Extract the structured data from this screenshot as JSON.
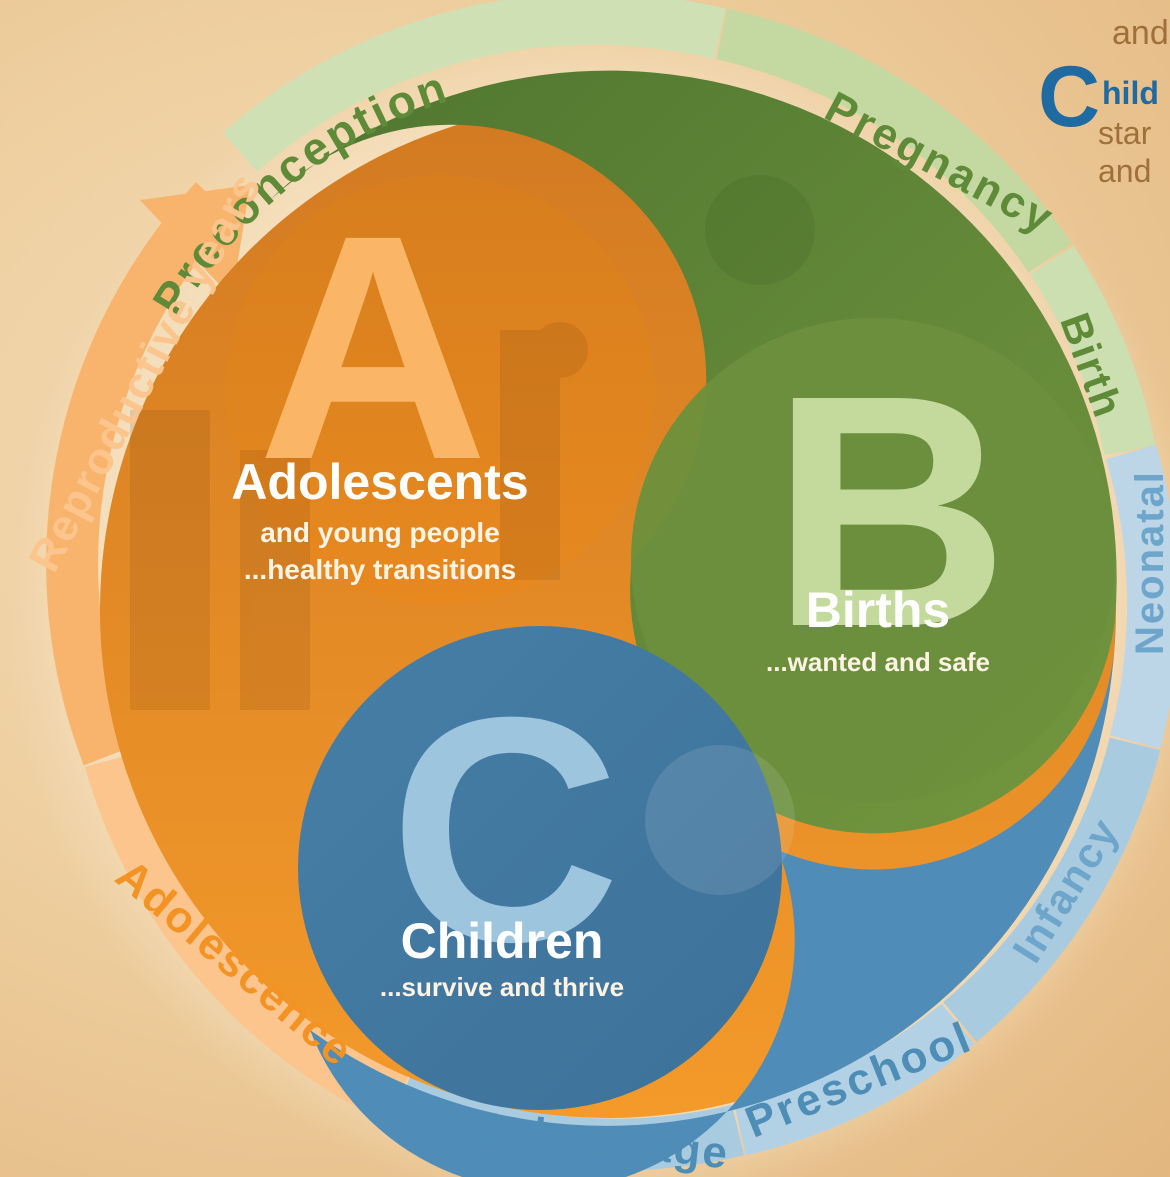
{
  "colors": {
    "orange": "#f39323",
    "orange_light": "#fbb566",
    "green": "#5f8a38",
    "green_light": "#c9dca9",
    "blue": "#4d8db6",
    "blue_light": "#a9cbe0",
    "ring_orange": "#f7b771",
    "background": "#eecfa0"
  },
  "ring": {
    "preconception": "Preconception",
    "pregnancy": "Pregnancy",
    "birth": "Birth",
    "neonatal": "Neonatal",
    "infancy": "Infancy",
    "preschool": "Preschool",
    "school_age": "School age",
    "adolescence": "Adolescence",
    "reproductive_years": "Reproductive years"
  },
  "circles": {
    "a": {
      "letter": "A",
      "title": "Adolescents",
      "subtitle_line1": "and young people",
      "subtitle_line2": "...healthy transitions"
    },
    "b": {
      "letter": "B",
      "title": "Births",
      "subtitle": "...wanted and safe"
    },
    "c": {
      "letter": "C",
      "title": "Children",
      "subtitle": "...survive and thrive"
    }
  },
  "corner": {
    "line1": "and",
    "drop_cap": "C",
    "line2_bold": "hild",
    "line3": "star",
    "line4": "and"
  }
}
